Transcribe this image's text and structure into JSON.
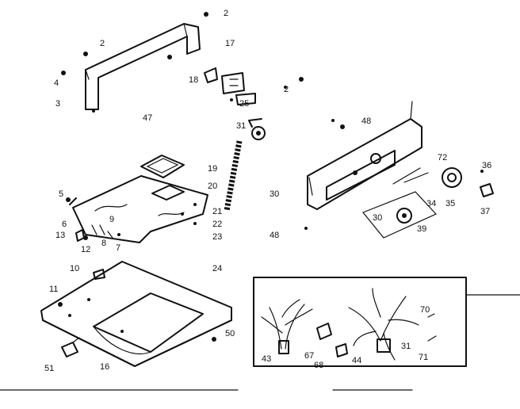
{
  "labels": {
    "l2a": "2",
    "l2b": "2",
    "l2c": "2",
    "l17": "17",
    "l4": "4",
    "l3": "3",
    "l47": "47",
    "l18": "18",
    "l25": "25",
    "l31a": "31",
    "l48a": "48",
    "l19": "19",
    "l20": "20",
    "l21": "21",
    "l22": "22",
    "l23": "23",
    "l30a": "30",
    "l72": "72",
    "l36": "36",
    "l34": "34",
    "l35": "35",
    "l37": "37",
    "l30b": "30",
    "l39": "39",
    "l48b": "48",
    "l5": "5",
    "l6": "6",
    "l9": "9",
    "l13": "13",
    "l8": "8",
    "l7": "7",
    "l12": "12",
    "l10": "10",
    "l24": "24",
    "l11": "11",
    "l50": "50",
    "l51": "51",
    "l16": "16",
    "l70": "70",
    "l31b": "31",
    "l71": "71",
    "l43": "43",
    "l67": "67",
    "l68": "68",
    "l44": "44"
  }
}
